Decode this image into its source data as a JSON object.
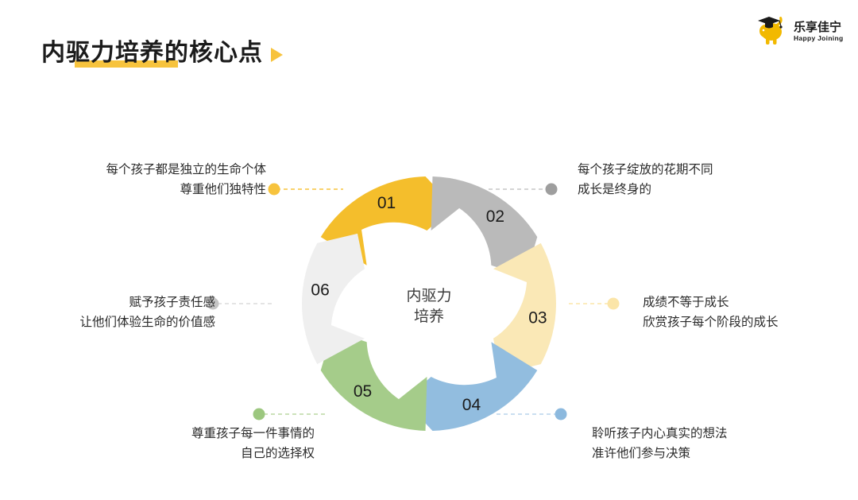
{
  "header": {
    "title": "内驱力培养的核心点",
    "marker_icon": "play-triangle-icon",
    "underline_color": "#F7C33D"
  },
  "logo": {
    "brand_cn": "乐享佳宁",
    "brand_en": "Happy Joining",
    "icon": "elephant-graduate-icon",
    "color": "#F2B900"
  },
  "diagram": {
    "type": "arrow-donut-cycle",
    "center_line1": "内驱力",
    "center_line2": "培养",
    "segments": [
      {
        "number": "01",
        "color": "#F4BE2C",
        "dot_color": "#F7C33D",
        "side": "left"
      },
      {
        "number": "02",
        "color": "#BABABA",
        "dot_color": "#9E9E9E",
        "side": "right"
      },
      {
        "number": "03",
        "color": "#FAE8B6",
        "dot_color": "#FBE5A8",
        "side": "right"
      },
      {
        "number": "04",
        "color": "#92BDDF",
        "dot_color": "#8CB9DE",
        "side": "right"
      },
      {
        "number": "05",
        "color": "#A5CC8A",
        "dot_color": "#9CC77F",
        "side": "left"
      },
      {
        "number": "06",
        "color": "#EFEFEF",
        "dot_color": "#C4C4C4",
        "side": "left"
      }
    ]
  },
  "labels": {
    "l01_line1": "每个孩子都是独立的生命个体",
    "l01_line2": "尊重他们独特性",
    "l02_line1": "每个孩子绽放的花期不同",
    "l02_line2": "成长是终身的",
    "l03_line1": "成绩不等于成长",
    "l03_line2": "欣赏孩子每个阶段的成长",
    "l04_line1": "聆听孩子内心真实的想法",
    "l04_line2": "准许他们参与决策",
    "l05_line1": "尊重孩子每一件事情的",
    "l05_line2": "自己的选择权",
    "l06_line1": "赋予孩子责任感",
    "l06_line2": "让他们体验生命的价值感"
  }
}
